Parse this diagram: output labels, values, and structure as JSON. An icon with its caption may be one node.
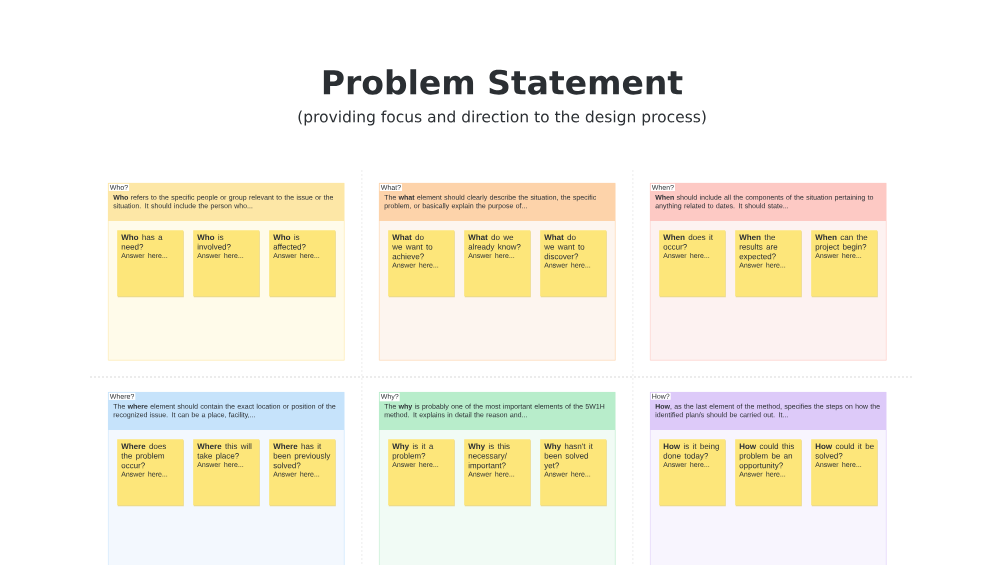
{
  "diagram": {
    "title": "Problem Statement",
    "labels": [
      "(providing focus and direction to the design process)"
    ],
    "nodes": [
      {
        "text": [
          "Who?",
          "**Who** refers to the specific people or group relevant to the issue or the situation. It should include the person who..."
        ]
      },
      {
        "text": [
          "**Who** has a need?",
          "Answer here..."
        ],
        "in": 0
      },
      {
        "text": [
          "**Who** is involved?",
          "Answer here..."
        ],
        "in": 0
      },
      {
        "text": [
          "**Who** is affected?",
          "Answer here..."
        ],
        "in": 0
      },
      {
        "text": [
          "What?",
          "The **what** element should clearly describe the situation, the specific problem, or basically explain the purpose of..."
        ]
      },
      {
        "text": [
          "**What** do we want to achieve?",
          "Answer here..."
        ],
        "in": 4
      },
      {
        "text": [
          "**What** do we already know?",
          "Answer here..."
        ],
        "in": 4
      },
      {
        "text": [
          "**What** do we want to discover?",
          "Answer here..."
        ],
        "in": 4
      },
      {
        "text": [
          "When?",
          "**When** should include all the components of the situation pertaining to anything related to dates. It should state..."
        ]
      },
      {
        "text": [
          "**When** does it occur?",
          "Answer here..."
        ],
        "in": 8
      },
      {
        "text": [
          "**When** the results are expected?",
          "Answer here..."
        ],
        "in": 8
      },
      {
        "text": [
          "**When** can the project begin?",
          "Answer here..."
        ],
        "in": 8
      },
      {
        "text": [
          "Where?",
          "The **where** element should contain the exact location or position of the recognized issue. It can be a place, facility,..."
        ]
      },
      {
        "text": [
          "**Where** does the problem occur?",
          "Answer here..."
        ],
        "in": 12
      },
      {
        "text": [
          "**Where** this will take place?",
          "Answer here..."
        ],
        "in": 12
      },
      {
        "text": [
          "**Where** has it been previously solved?",
          "Answer here..."
        ],
        "in": 12
      },
      {
        "text": [
          "Why?",
          "The **why** is probably one of the most important elements of the 5W1H method. It explains in detail the reason and..."
        ]
      },
      {
        "text": [
          "**Why** is it a problem?",
          "Answer here..."
        ],
        "in": 16
      },
      {
        "text": [
          "**Why** is this necessary/ important?",
          "Answer here..."
        ],
        "in": 16
      },
      {
        "text": [
          "**Why** hasn't it been solved yet?",
          "Answer here..."
        ],
        "in": 16
      },
      {
        "text": [
          "How?",
          "**How**, as the last element of the method, specifies the steps on how the identified plan/s should be carried out. It..."
        ]
      },
      {
        "text": [
          "**How** is it being done today?",
          "Answer here..."
        ],
        "in": 20
      },
      {
        "text": [
          "**How** could this problem be an opportunity?",
          "Answer here..."
        ],
        "in": 20
      },
      {
        "text": [
          "**How** could it be solved?",
          "Answer here..."
        ],
        "in": 20
      }
    ]
  }
}
